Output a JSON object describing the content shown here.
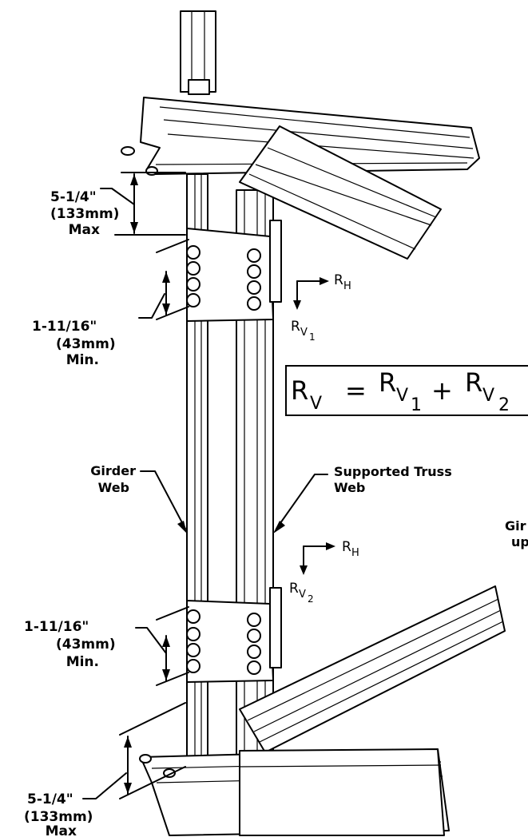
{
  "labels": {
    "top_dim": [
      "5-1/4\"",
      "(133mm)",
      "Max"
    ],
    "upper_spacing": [
      "1-11/16\"",
      "(43mm)",
      "Min."
    ],
    "lower_spacing": [
      "1-11/16\"",
      "(43mm)",
      "Min."
    ],
    "bottom_dim": [
      "5-1/4\"",
      "(133mm)",
      "Max"
    ],
    "girder_web": [
      "Girder",
      "Web"
    ],
    "truss_web": [
      "Supported Truss",
      "Web"
    ],
    "cut_text": [
      "Gir",
      "up"
    ]
  },
  "forces": {
    "upper": {
      "horizontal": "R",
      "horizontal_sub": "H",
      "vertical": "R",
      "vertical_sub": "V",
      "vertical_index": "1"
    },
    "lower": {
      "horizontal": "R",
      "horizontal_sub": "H",
      "vertical": "R",
      "vertical_sub": "V",
      "vertical_index": "2"
    }
  },
  "equation": {
    "lhs": "R",
    "lhs_sub": "V",
    "equals": "=",
    "t1": "R",
    "t1_sub": "V",
    "t1_index": "1",
    "plus": "+",
    "t2": "R",
    "t2_sub": "V",
    "t2_index": "2"
  }
}
